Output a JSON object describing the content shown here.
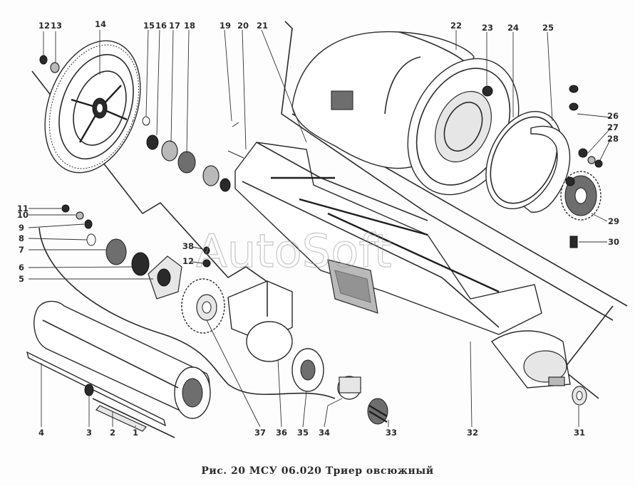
{
  "watermark": "AutoSoft",
  "caption": "Рис. 20  МСУ 06.020   Триер овсюжный",
  "callouts": {
    "n1": "1",
    "n2": "2",
    "n3": "3",
    "n4": "4",
    "n5": "5",
    "n6": "6",
    "n7": "7",
    "n8": "8",
    "n9": "9",
    "n10": "10",
    "n11": "11",
    "n12": "12",
    "n12b": "12",
    "n13": "13",
    "n14": "14",
    "n15": "15",
    "n16": "16",
    "n17": "17",
    "n18": "18",
    "n19": "19",
    "n20": "20",
    "n21": "21",
    "n22": "22",
    "n23": "23",
    "n24": "24",
    "n25": "25",
    "n26": "26",
    "n27": "27",
    "n28": "28",
    "n29": "29",
    "n30": "30",
    "n31": "31",
    "n32": "32",
    "n33": "33",
    "n34": "34",
    "n35": "35",
    "n36": "36",
    "n37": "37",
    "n38": "38"
  }
}
